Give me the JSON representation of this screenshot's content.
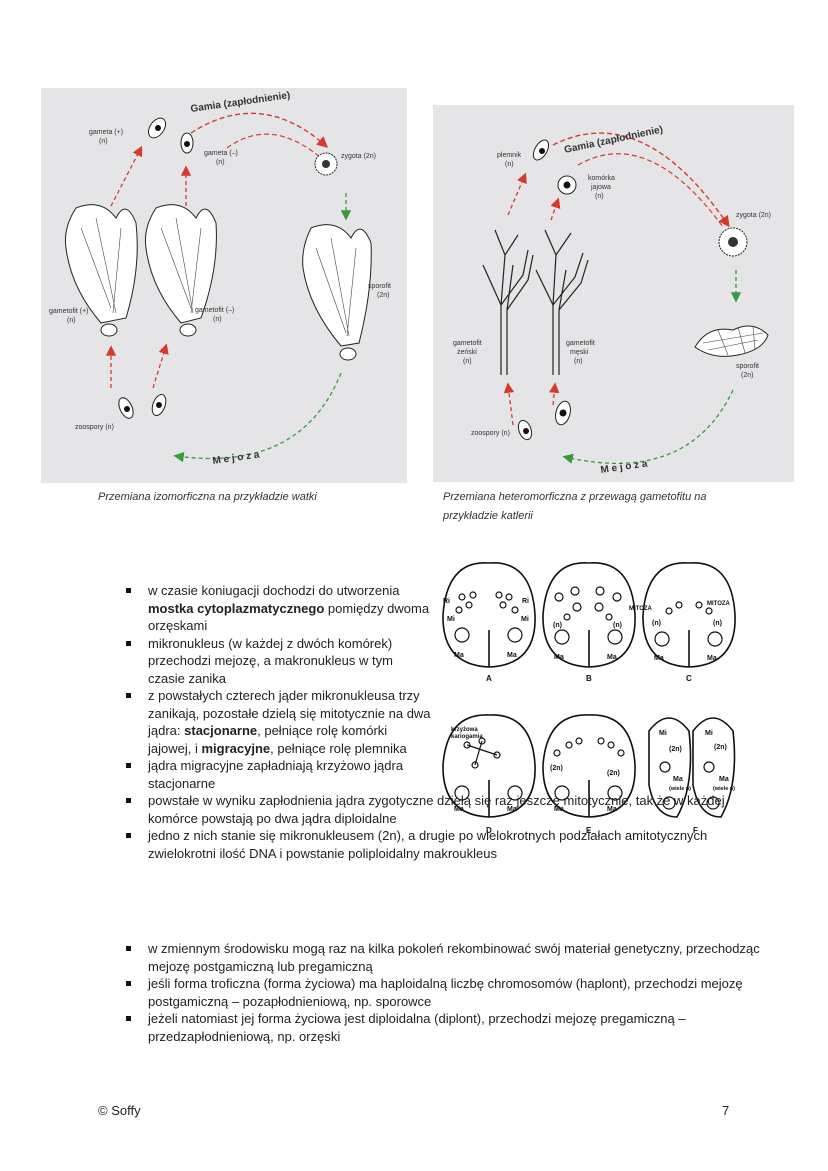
{
  "figure1": {
    "arc_label": "Gamia (zapłodnienie)",
    "meiosis_label": "M e j o z a",
    "gamete_plus": "gameta (+)",
    "gamete_plus_n": "(n)",
    "gamete_minus": "gameta (–)",
    "gamete_minus_n": "(n)",
    "zygote": "zygota (2n)",
    "sporophyte": "sporofit",
    "sporophyte_n": "(2n)",
    "gametophyte_plus": "gametofit (+)",
    "gametophyte_plus_n": "(n)",
    "gametophyte_minus": "gametofit (–)",
    "gametophyte_minus_n": "(n)",
    "zoospores": "zoospory (n)"
  },
  "caption1": "Przemiana izomorficzna na przykładzie watki",
  "figure2": {
    "arc_label": "Gamia (zapłodnienie)",
    "meiosis_label": "M e j o z a",
    "sperm": "plemnik",
    "sperm_n": "(n)",
    "egg_line1": "komórka",
    "egg_line2": "jajowa",
    "egg_n": "(n)",
    "zygote": "zygota (2n)",
    "sporophyte": "sporofit",
    "sporophyte_n": "(2n)",
    "female_line1": "gametofit",
    "female_line2": "żeński",
    "female_n": "(n)",
    "male_line1": "gametofit",
    "male_line2": "męski",
    "male_n": "(n)",
    "zoospores": "zoospory (n)"
  },
  "caption2": "Przemiana heteromorficzna z przewagą gametofitu na przykładzie katlerii",
  "figure3": {
    "panel_a": "A",
    "panel_b": "B",
    "panel_c": "C",
    "panel_d": "D",
    "panel_e": "E",
    "panel_f": "F",
    "ma": "Ma",
    "mi": "Mi",
    "ri": "Ri",
    "n": "(n)",
    "twon": "(2n)",
    "mitoza": "MITOZA",
    "cross_line1": "krzyżowa",
    "cross_line2": "kariogamia",
    "many_n": "(wiele n)"
  },
  "list1": [
    {
      "pre": "w czasie koniugacji dochodzi do utworzenia ",
      "bold": "mostka cytoplazmatycznego",
      "post": " pomiędzy dwoma orzęskami"
    },
    {
      "text": "mikronukleus (w każdej z dwóch komórek) przechodzi mejozę, a makronukleus w tym czasie zanika"
    },
    {
      "pre": "z powstałych czterech jąder mikronukleusa trzy zanikają, pozostałe dzielą się mitotycznie na dwa jądra: ",
      "bold1": "stacjonarne",
      "mid": ", pełniące rolę komórki jajowej, i ",
      "bold2": "migracyjne",
      "post": ", pełniące rolę plemnika"
    },
    {
      "text": "jądra migracyjne zapładniają krzyżowo jądra stacjonarne"
    },
    {
      "text": "powstałe w wyniku zapłodnienia jądra zygotyczne dzielą się raz jeszcze mitotycznie, tak że w każdej komórce powstają po dwa jądra diploidalne"
    },
    {
      "text": "jedno z nich stanie się mikronukleusem (2n), a drugie po wielokrotnych podziałach amitotycznych zwielokrotni ilość DNA i powstanie poliploidalny makroukleus"
    }
  ],
  "list2": [
    {
      "text": "w zmiennym środowisku mogą raz na kilka pokoleń rekombinować swój materiał genetyczny, przechodząc mejozę postgamiczną lub pregamiczną"
    },
    {
      "text": "jeśli forma troficzna (forma życiowa) ma haploidalną liczbę chromosomów (haplont), przechodzi mejozę postgamiczną – pozapłodnieniową, np. sporowce"
    },
    {
      "text": "jeżeli natomiast jej forma życiowa jest diploidalna (diplont), przechodzi mejozę pregamiczną – przedzapłodnieniową, np. orzęski"
    }
  ],
  "footer": {
    "left": "© Soffy",
    "right": "7"
  }
}
